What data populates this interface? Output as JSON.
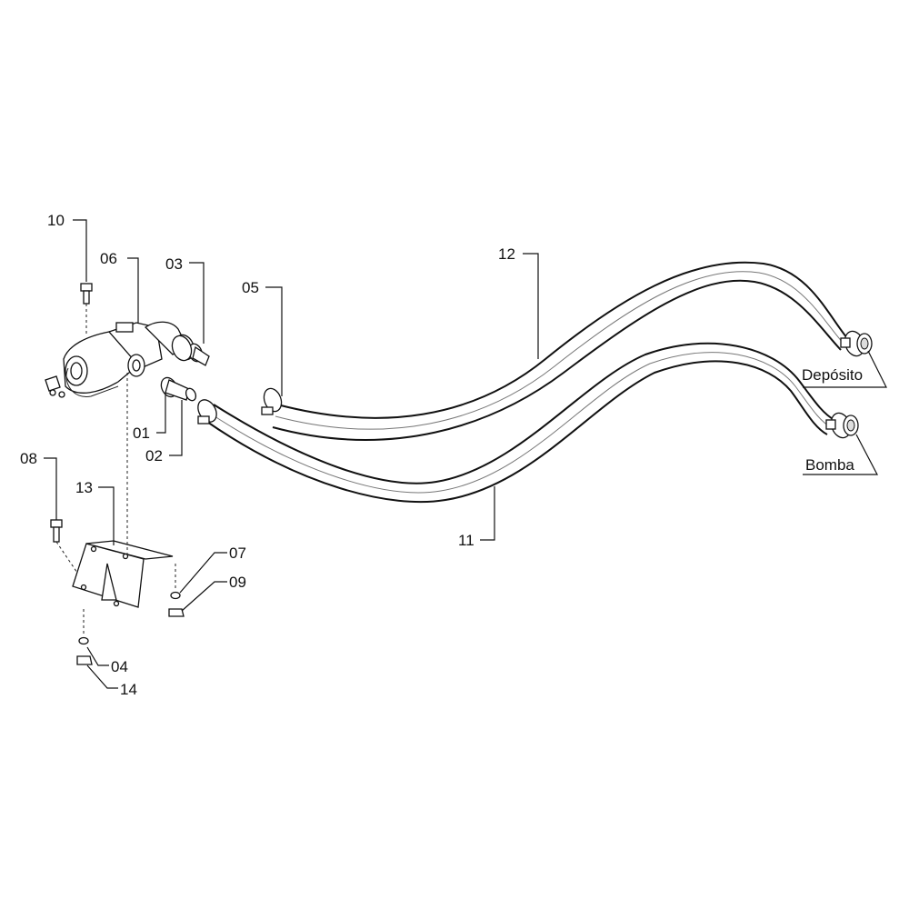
{
  "labels": {
    "p10": "10",
    "p06": "06",
    "p03": "03",
    "p05": "05",
    "p12": "12",
    "p01": "01",
    "p02": "02",
    "p08": "08",
    "p13": "13",
    "p11": "11",
    "p07": "07",
    "p09": "09",
    "p04": "04",
    "p14": "14",
    "deposito": "Depósito",
    "bomba": "Bomba"
  }
}
